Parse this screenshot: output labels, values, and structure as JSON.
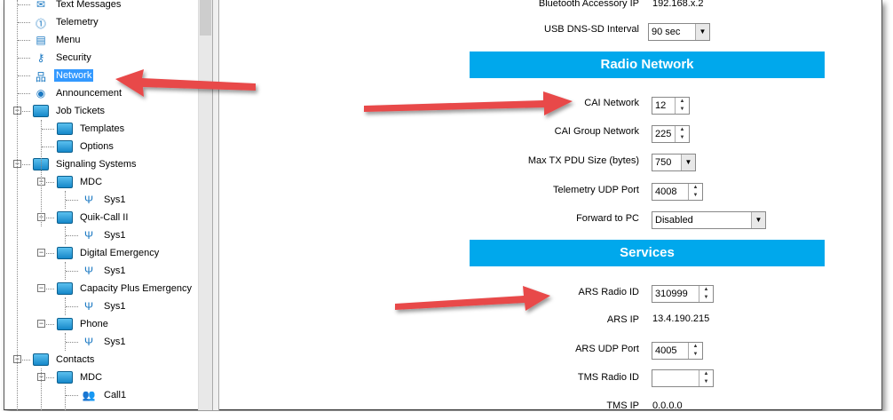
{
  "tree": [
    {
      "label": "Text Messages",
      "icon": "envelope-icon"
    },
    {
      "label": "Telemetry",
      "icon": "telemetry-101-icon"
    },
    {
      "label": "Menu",
      "icon": "menu-icon"
    },
    {
      "label": "Security",
      "icon": "key-icon"
    },
    {
      "label": "Network",
      "icon": "network-icon",
      "selected": true
    },
    {
      "label": "Announcement",
      "icon": "speaker-icon"
    },
    {
      "label": "Job Tickets",
      "icon": "folder-icon"
    },
    {
      "label": "Templates",
      "icon": "folder-icon"
    },
    {
      "label": "Options",
      "icon": "folder-icon"
    },
    {
      "label": "Signaling Systems",
      "icon": "folder-icon"
    },
    {
      "label": "MDC",
      "icon": "folder-icon"
    },
    {
      "label": "Sys1",
      "icon": "antenna-icon"
    },
    {
      "label": "Quik-Call II",
      "icon": "folder-icon"
    },
    {
      "label": "Sys1",
      "icon": "antenna-icon"
    },
    {
      "label": "Digital Emergency",
      "icon": "folder-icon"
    },
    {
      "label": "Sys1",
      "icon": "antenna-icon"
    },
    {
      "label": "Capacity Plus Emergency",
      "icon": "folder-icon"
    },
    {
      "label": "Sys1",
      "icon": "antenna-icon"
    },
    {
      "label": "Phone",
      "icon": "folder-icon"
    },
    {
      "label": "Sys1",
      "icon": "antenna-icon"
    },
    {
      "label": "Contacts",
      "icon": "folder-icon"
    },
    {
      "label": "MDC",
      "icon": "folder-icon"
    },
    {
      "label": "Call1",
      "icon": "contact-call-icon"
    }
  ],
  "top": {
    "bt_label": "Bluetooth Accessory IP",
    "bt_value": "192.168.x.2",
    "usb_label": "USB DNS-SD Interval",
    "usb_value": "90 sec"
  },
  "radio_network": {
    "title": "Radio Network",
    "cai_label": "CAI Network",
    "cai_value": "12",
    "caig_label": "CAI Group Network",
    "caig_value": "225",
    "pdu_label": "Max TX PDU Size (bytes)",
    "pdu_value": "750",
    "tel_label": "Telemetry UDP Port",
    "tel_value": "4008",
    "fwd_label": "Forward to PC",
    "fwd_value": "Disabled"
  },
  "services": {
    "title": "Services",
    "ars_id_label": "ARS Radio ID",
    "ars_id_value": "310999",
    "ars_ip_label": "ARS IP",
    "ars_ip_value": "13.4.190.215",
    "ars_udp_label": "ARS UDP Port",
    "ars_udp_value": "4005",
    "tms_id_label": "TMS Radio ID",
    "tms_id_value": "",
    "tms_ip_label": "TMS IP",
    "tms_ip_value": "0.0.0.0"
  },
  "colors": {
    "header": "#00a8ec",
    "selection": "#3399ff",
    "arrow": "#e8484a"
  }
}
